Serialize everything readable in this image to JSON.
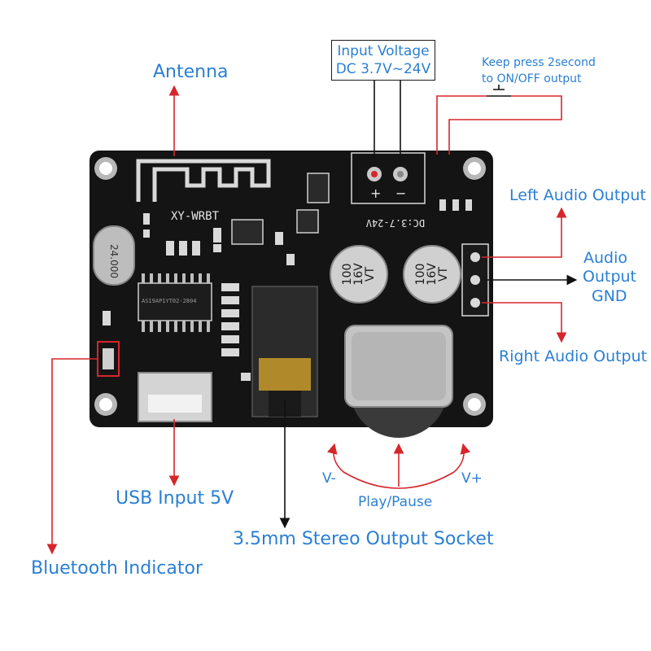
{
  "labels": {
    "antenna": "Antenna",
    "input_voltage_title": "Input Voltage",
    "input_voltage_range": "DC 3.7V~24V",
    "keep_press_line1": "Keep press 2second",
    "keep_press_line2": "to ON/OFF output",
    "left_audio_output": "Left Audio Output",
    "audio_output_gnd_line1": "Audio",
    "audio_output_gnd_line2": "Output",
    "audio_output_gnd_line3": "GND",
    "right_audio_output": "Right Audio Output",
    "usb_input": "USB Input 5V",
    "stereo_socket": "3.5mm Stereo Output Socket",
    "bluetooth_indicator": "Bluetooth Indicator",
    "play_pause": "Play/Pause",
    "volume_down": "V-",
    "volume_up": "V+"
  },
  "board": {
    "model": "XY-WRBT",
    "voltage_print": "DC:3.7-24V",
    "crystal": "24.000",
    "chip": "AS19AP1YT02-2804",
    "capacitor_value": "100",
    "capacitor_voltage": "16V",
    "capacitor_series": "VT",
    "plus": "+",
    "minus": "−"
  },
  "colors": {
    "label_blue": "#2a7fd4",
    "callout_red": "#d6262b",
    "pcb_black": "#141414",
    "background": "#ffffff"
  }
}
